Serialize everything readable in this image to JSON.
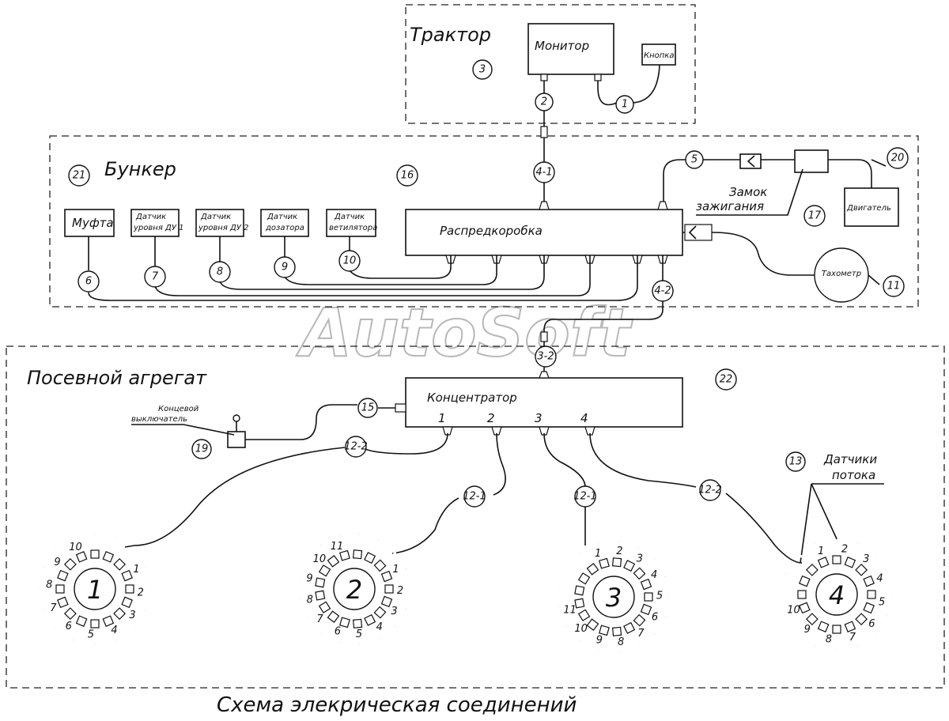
{
  "regions": {
    "tractor": "Трактор",
    "bunker": "Бункер",
    "seeding_unit": "Посевной агрегат"
  },
  "caption": "Схема элекрическая соединений",
  "watermark": "AutoSoft",
  "devices": {
    "monitor": "Монитор",
    "button": "Кнопка",
    "coupling": "Муфта",
    "sensor_level_1_a": "Датчик",
    "sensor_level_1_b": "уровня ДУ 1",
    "sensor_level_2_a": "Датчик",
    "sensor_level_2_b": "уровня ДУ 2",
    "sensor_doser_a": "Датчик",
    "sensor_doser_b": "дозатора",
    "sensor_fan_a": "Датчик",
    "sensor_fan_b": "ветилятора",
    "junction_box": "Распредкоробка",
    "engine": "Двигатель",
    "tachometer": "Тахометр",
    "concentrator": "Концентратор",
    "ignition_lock_a": "Замок",
    "ignition_lock_b": "зажигания",
    "limit_switch_a": "Концевой",
    "limit_switch_b": "выключатель",
    "flow_sensors_a": "Датчики",
    "flow_sensors_b": "потока"
  },
  "callouts": {
    "c1": "1",
    "c2": "2",
    "c3": "3",
    "c4_1": "4-1",
    "c4_2": "4-2",
    "c5": "5",
    "c6": "6",
    "c7": "7",
    "c8": "8",
    "c9": "9",
    "c10": "10",
    "c11": "11",
    "c12_1a": "12-1",
    "c12_1b": "12-1",
    "c12_2a": "12-2",
    "c12_2b": "12-2",
    "c13": "13",
    "c15": "15",
    "c16": "16",
    "c17": "17",
    "c19": "19",
    "c20": "20",
    "c21": "21",
    "c22": "22",
    "c3_2": "3-2"
  },
  "ports": [
    "1",
    "2",
    "3",
    "4"
  ],
  "distributors": [
    {
      "number": "1",
      "labels": [
        "1",
        "2",
        "3",
        "4",
        "5",
        "6",
        "7",
        "8",
        "9",
        "10"
      ]
    },
    {
      "number": "2",
      "labels": [
        "1",
        "2",
        "3",
        "4",
        "5",
        "6",
        "7",
        "8",
        "9",
        "10",
        "11"
      ]
    },
    {
      "number": "3",
      "labels": [
        "1",
        "2",
        "3",
        "4",
        "5",
        "6",
        "7",
        "8",
        "9",
        "10",
        "11"
      ]
    },
    {
      "number": "4",
      "labels": [
        "1",
        "2",
        "3",
        "4",
        "5",
        "6",
        "7",
        "8",
        "9",
        "10"
      ]
    }
  ]
}
